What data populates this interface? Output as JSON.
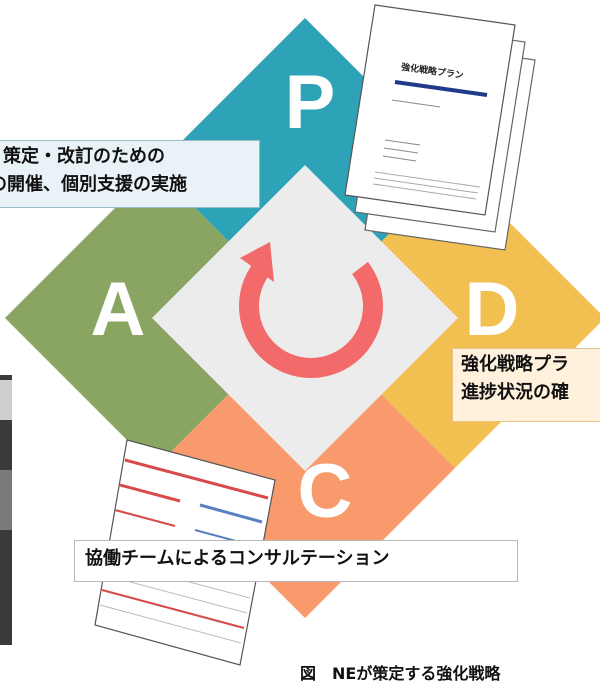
{
  "quadrants": {
    "plan": {
      "letter": "P",
      "color": "#2ea3b7"
    },
    "do": {
      "letter": "D",
      "color": "#f2c050"
    },
    "check": {
      "letter": "C",
      "color": "#f89a6c"
    },
    "act": {
      "letter": "A",
      "color": "#8aa561"
    }
  },
  "center": {
    "color": "#ececec",
    "arrow_color": "#f26a6a"
  },
  "labels": {
    "plan_line1": "策定・改訂のための",
    "plan_line2": "の開催、個別支援の実施",
    "do_line1": "強化戦略プラ",
    "do_line2": "進捗状況の確",
    "check": "協働チームによるコンサルテーション"
  },
  "document": {
    "title": "強化戦略プラン"
  },
  "caption": "図　NEが策定する強化戦略"
}
